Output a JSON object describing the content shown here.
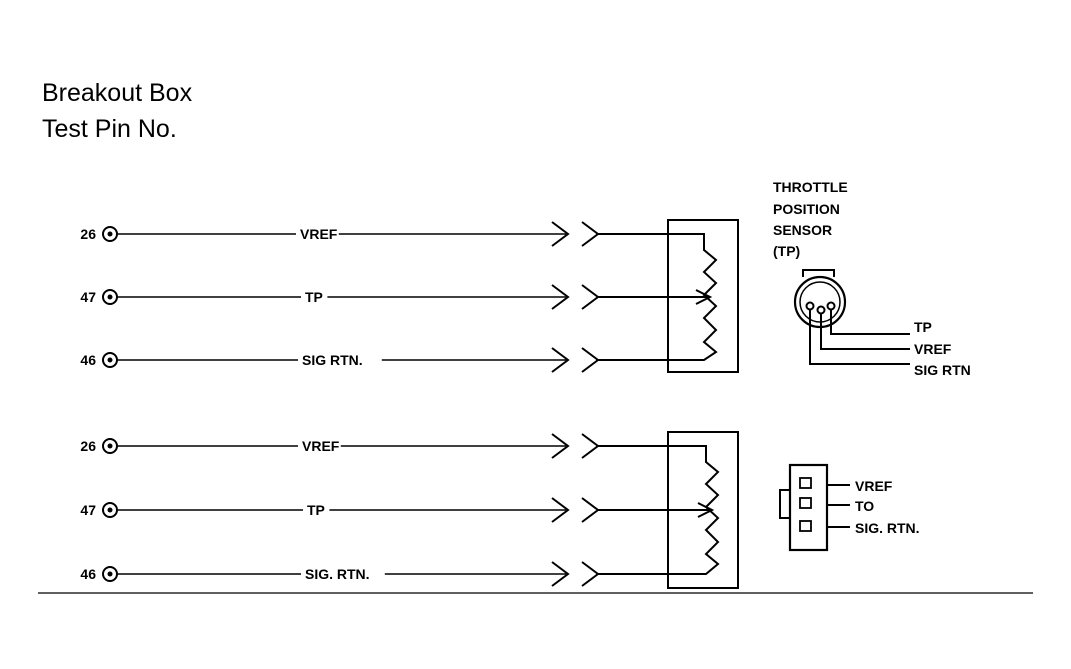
{
  "header": {
    "line1": "Breakout Box",
    "line2": "Test Pin No."
  },
  "circuits": [
    {
      "wires": [
        {
          "pin": "26",
          "label": "VREF"
        },
        {
          "pin": "47",
          "label": "TP"
        },
        {
          "pin": "46",
          "label": "SIG  RTN."
        }
      ]
    },
    {
      "wires": [
        {
          "pin": "26",
          "label": "VREF"
        },
        {
          "pin": "47",
          "label": "TP"
        },
        {
          "pin": "46",
          "label": "SIG. RTN."
        }
      ]
    }
  ],
  "sensor_title": [
    "THROTTLE",
    "POSITION",
    "SENSOR",
    "(TP)"
  ],
  "round_connector_labels": [
    "TP",
    "VREF",
    "SIG  RTN"
  ],
  "flat_connector_labels": [
    "VREF",
    "TO",
    "SIG. RTN."
  ]
}
